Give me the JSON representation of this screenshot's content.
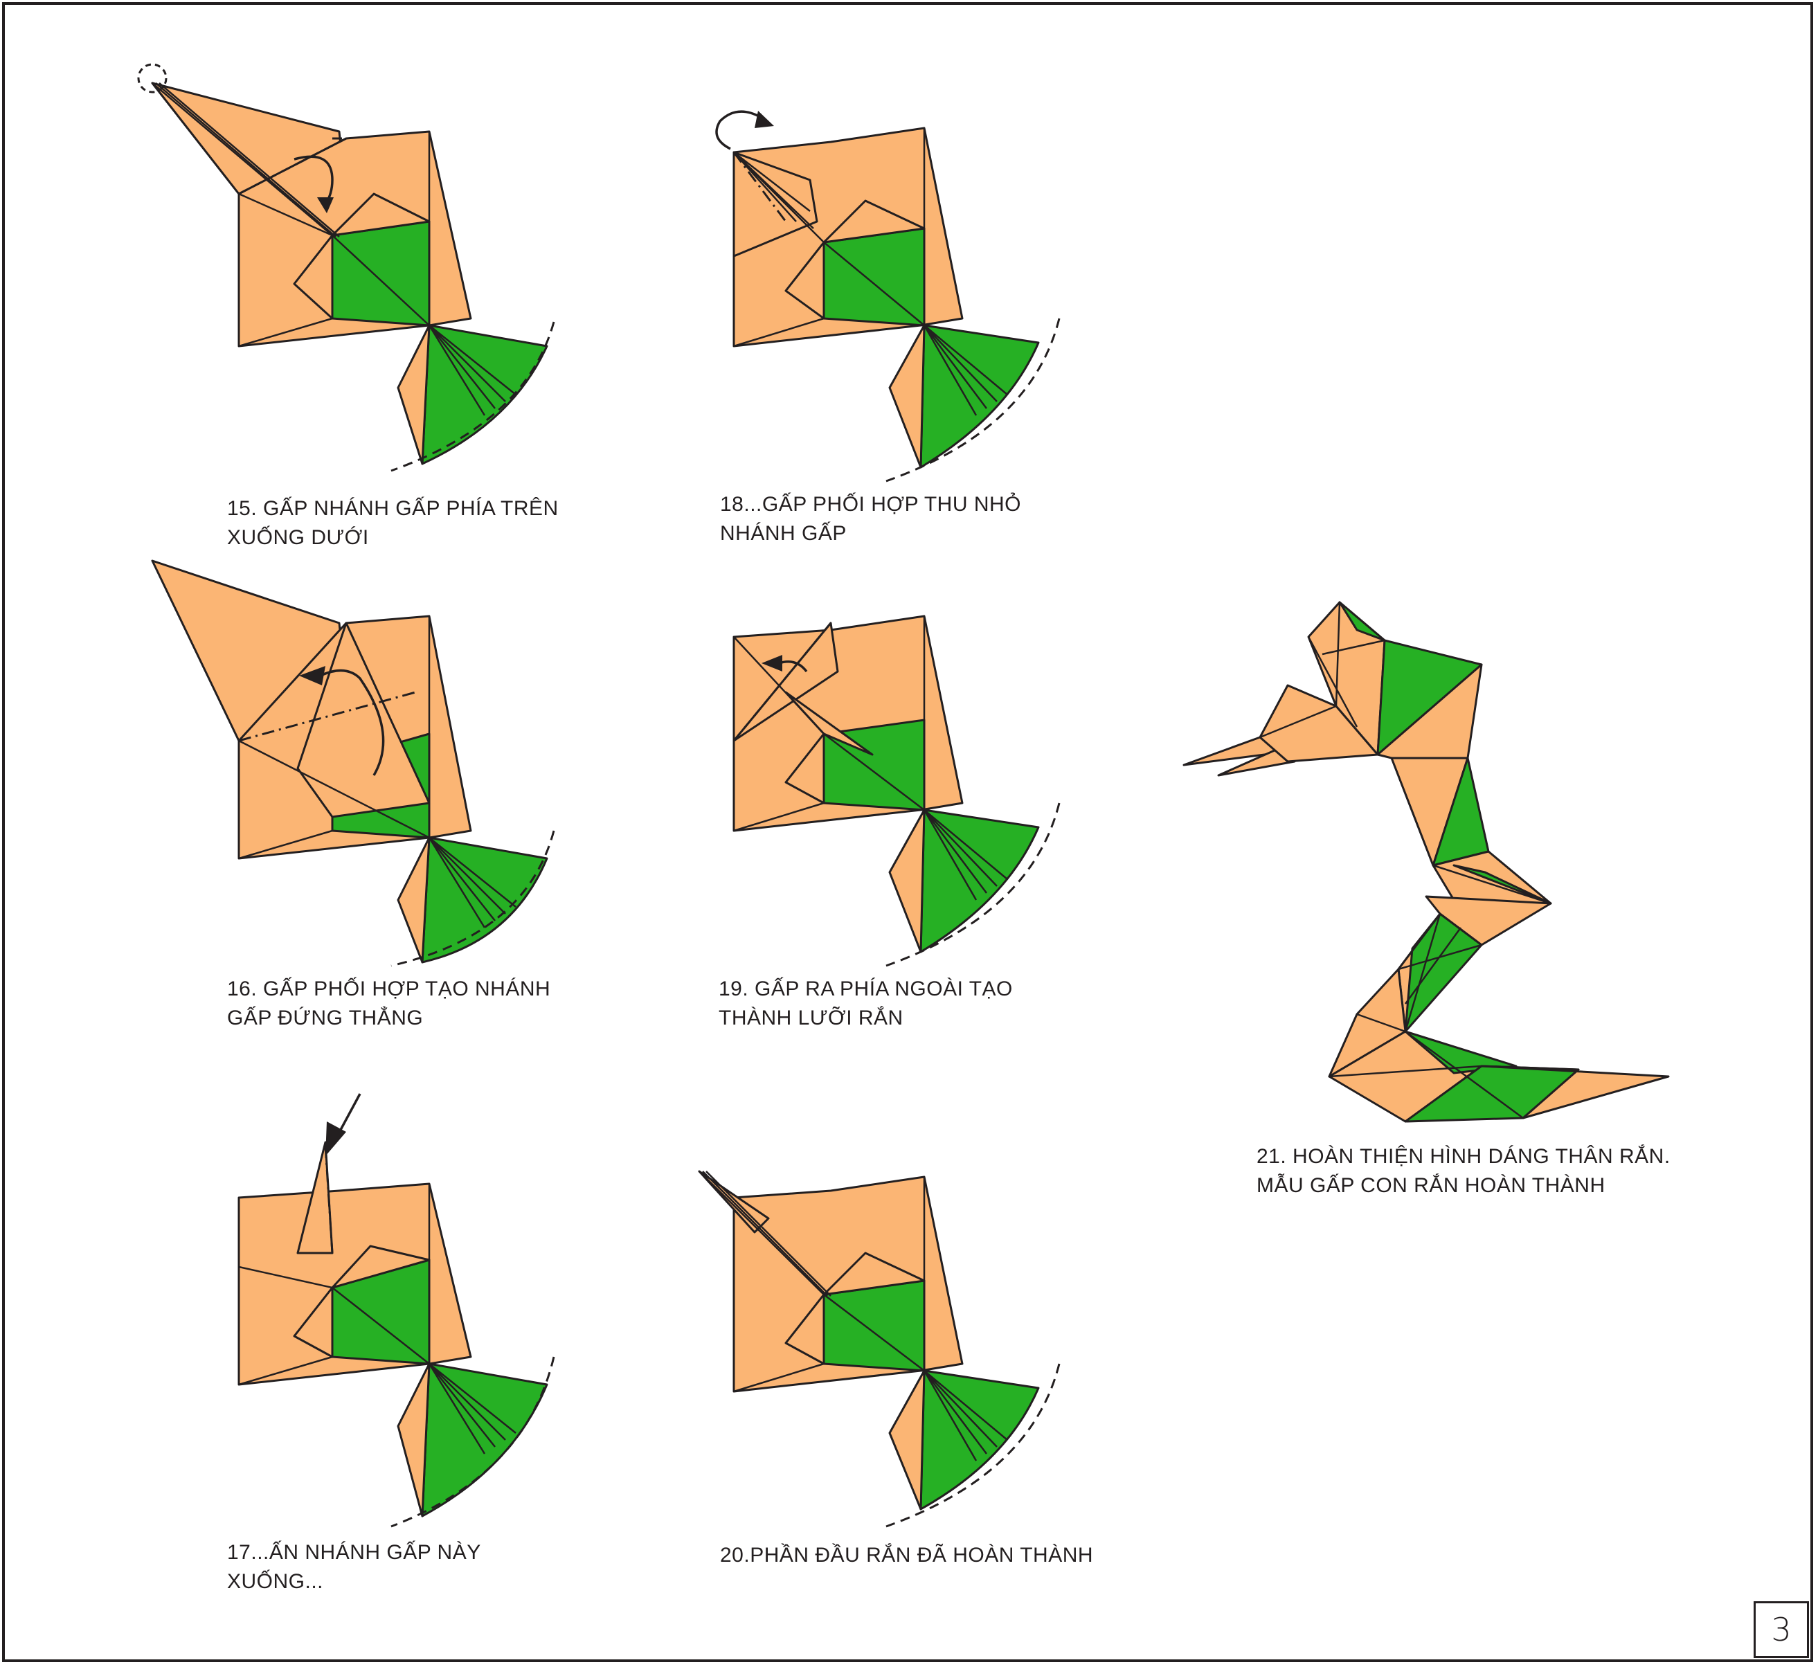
{
  "page": {
    "number": "3",
    "colors": {
      "paper_front": "#fbb574",
      "paper_back": "#26b024",
      "line": "#231f20"
    }
  },
  "steps": [
    {
      "id": "15",
      "lines": [
        "15. GẤP NHÁNH GẤP PHÍA TRÊN",
        "XUỐNG DƯỚI"
      ]
    },
    {
      "id": "16",
      "lines": [
        "16. GẤP PHỐI HỢP TẠO NHÁNH",
        "GẤP ĐỨNG THẲNG"
      ]
    },
    {
      "id": "17",
      "lines": [
        "17...ẤN NHÁNH GẤP NÀY",
        "XUỐNG..."
      ]
    },
    {
      "id": "18",
      "lines": [
        "18...GẤP PHỐI HỢP THU NHỎ",
        "NHÁNH GẤP"
      ]
    },
    {
      "id": "19",
      "lines": [
        "19. GẤP RA PHÍA NGOÀI TẠO",
        "THÀNH LƯỠI RẮN"
      ]
    },
    {
      "id": "20",
      "lines": [
        "20.PHẦN ĐẦU RẮN ĐÃ HOÀN THÀNH"
      ]
    },
    {
      "id": "21",
      "lines": [
        "21. HOÀN THIỆN HÌNH DÁNG THÂN RẮN.",
        "MẪU GẤP CON RẮN HOÀN THÀNH"
      ]
    }
  ]
}
